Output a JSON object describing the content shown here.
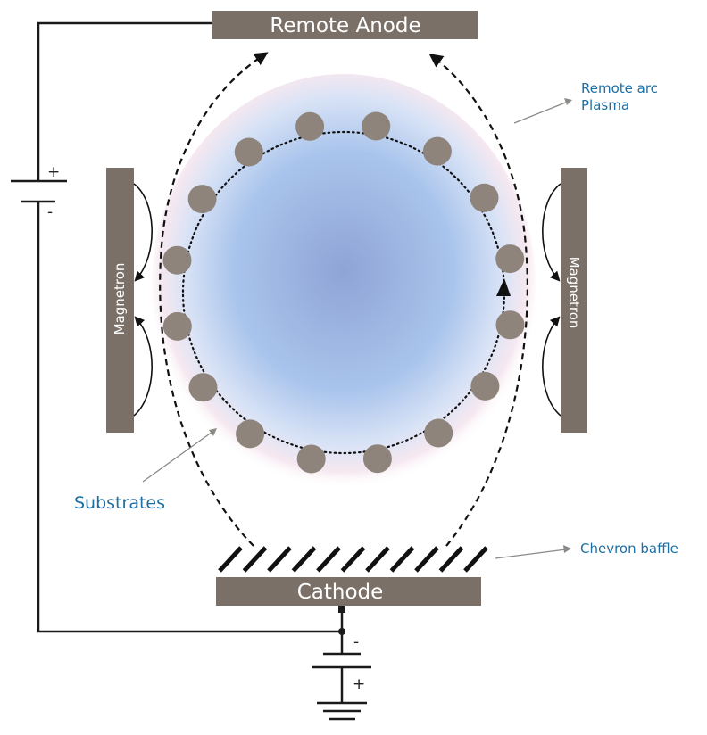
{
  "labels": {
    "anode": "Remote Anode",
    "cathode": "Cathode",
    "magnetron_left": "Magnetron",
    "magnetron_right": "Magnetron",
    "remote_arc_line1": "Remote arc",
    "remote_arc_line2": "Plasma",
    "chevron_baffle": "Chevron baffle",
    "substrates": "Substrates"
  },
  "signs": {
    "top_plus": "+",
    "top_minus": "-",
    "bottom_minus": "-",
    "bottom_plus": "+"
  },
  "colors": {
    "block": "#7b7068",
    "substrate": "#8e847b",
    "plasma_center": "#8fa6d6",
    "plasma_edge": "#f6e8f0",
    "callout_text": "#1d6fa3",
    "pointer_line": "#8c8a86"
  },
  "substrate_count": 16
}
